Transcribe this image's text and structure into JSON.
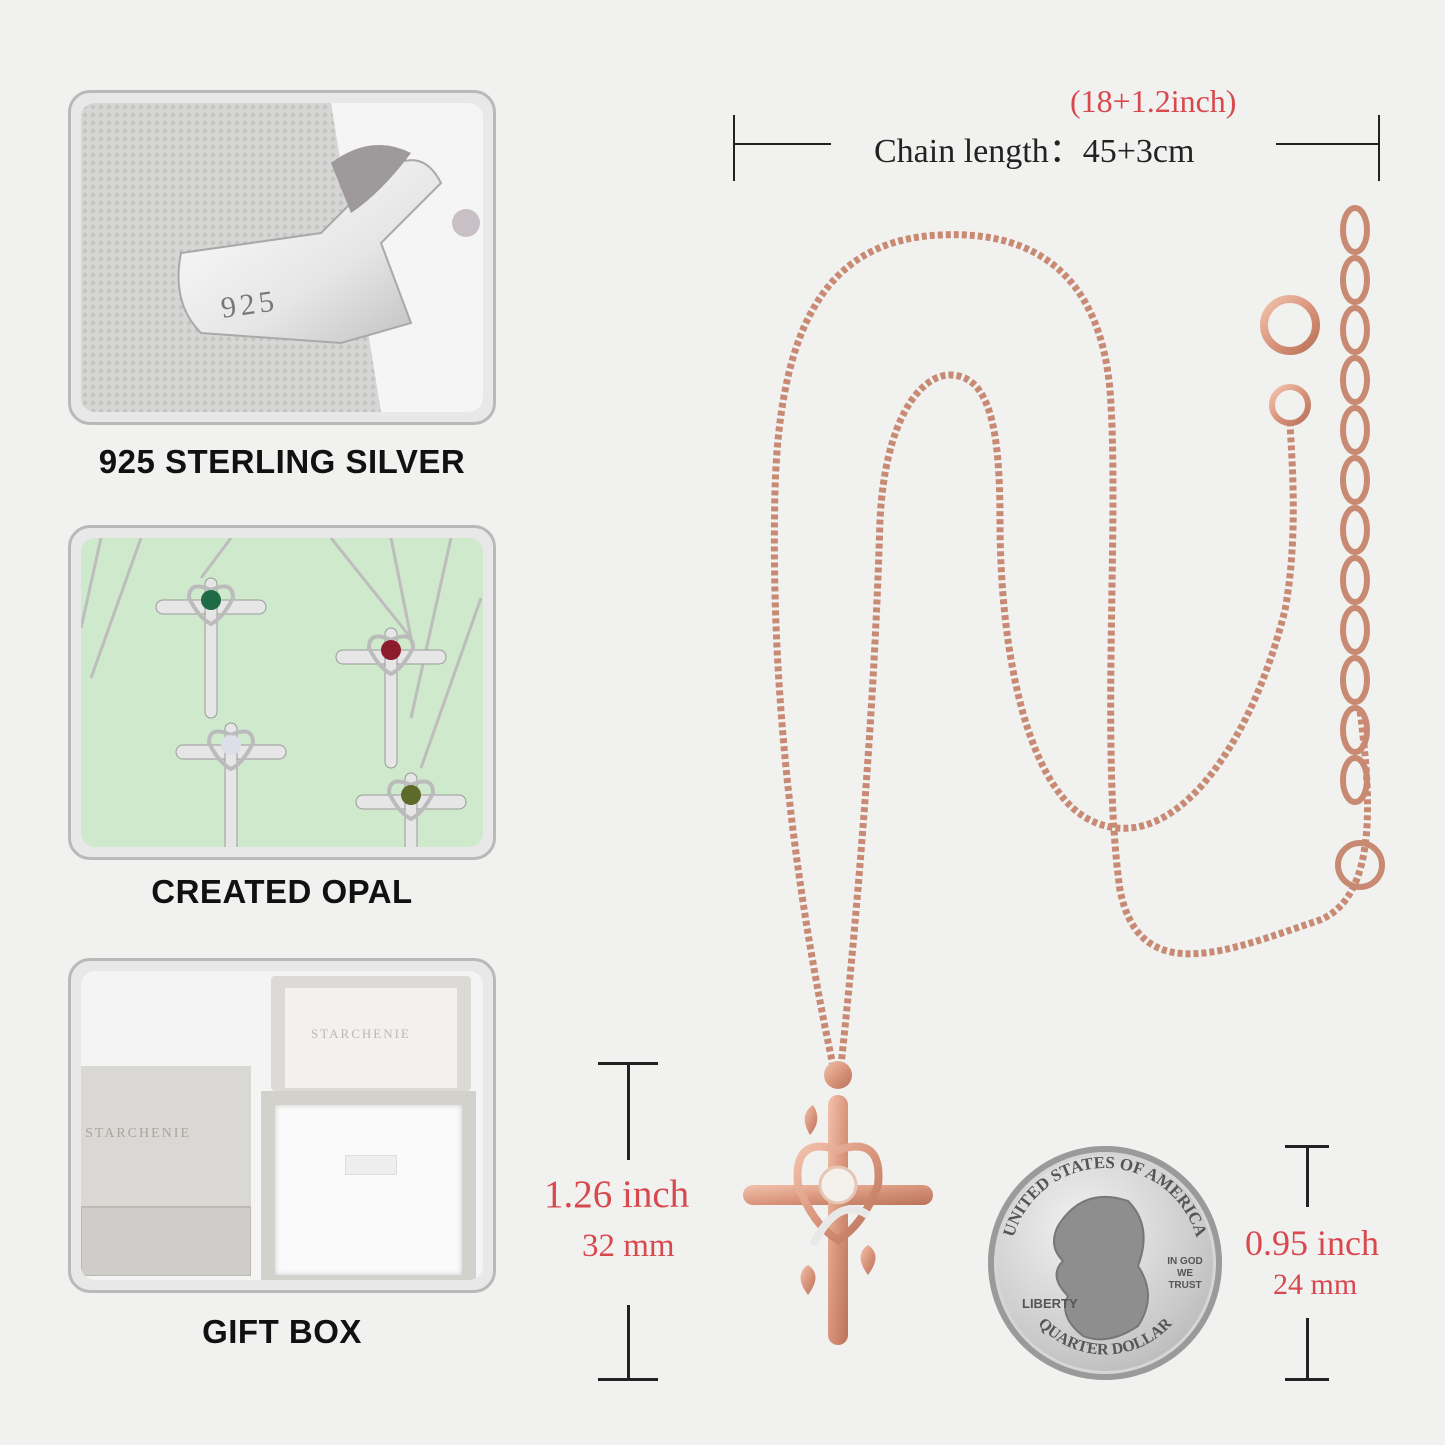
{
  "panels": [
    {
      "id": "silver",
      "label": "925 STERLING SILVER",
      "stamp": "925"
    },
    {
      "id": "opal",
      "label": "CREATED OPAL"
    },
    {
      "id": "box",
      "label": "GIFT BOX",
      "brand": "STARCHENIE"
    }
  ],
  "chain": {
    "inch_text": "(18+1.2inch)",
    "cm_text": "Chain length：45+3cm"
  },
  "pendant": {
    "inch": "1.26 inch",
    "mm": "32 mm"
  },
  "coin": {
    "inch": "0.95 inch",
    "mm": "24 mm",
    "top_text": "UNITED STATES OF AMERICA",
    "bottom_text": "QUARTER DOLLAR",
    "liberty": "LIBERTY",
    "motto": "IN GOD WE TRUST"
  },
  "colors": {
    "accent_red": "#d8494e",
    "rose_gold": "#d9967c",
    "opal_bg": "#cfe9cc"
  }
}
